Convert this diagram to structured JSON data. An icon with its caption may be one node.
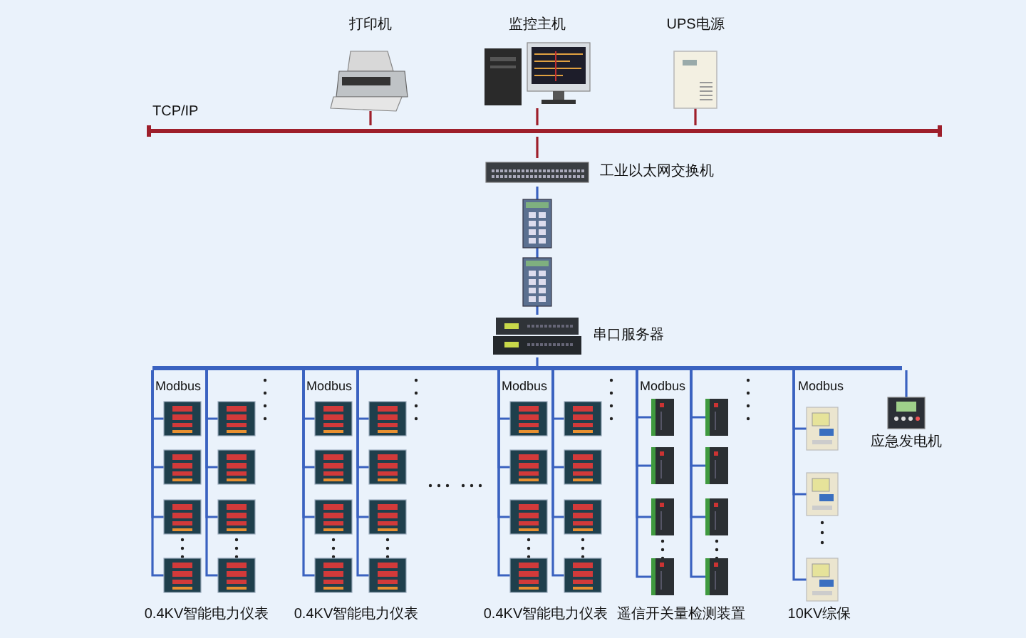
{
  "diagram": {
    "nodes": [
      {
        "text": [
          "TCP/IP"
        ]
      },
      {
        "text": [
          "打印机"
        ]
      },
      {
        "text": [
          "监控主机"
        ]
      },
      {
        "text": [
          "UPS电源"
        ]
      },
      {
        "text": [
          "工业以太网交换机"
        ]
      },
      {
        "text": [],
        "shape": "picture"
      },
      {
        "text": [],
        "shape": "picture"
      },
      {
        "text": [
          "串口服务器"
        ]
      },
      {
        "text": [],
        "shape": "bar"
      },
      {
        "text": [],
        "shape": "picture"
      },
      {
        "text": [],
        "shape": "picture"
      },
      {
        "text": [],
        "shape": "picture"
      },
      {
        "text": [],
        "shape": "picture"
      },
      {
        "text": [],
        "shape": "picture"
      },
      {
        "text": [],
        "shape": "picture"
      },
      {
        "text": [],
        "shape": "picture"
      },
      {
        "text": [],
        "shape": "picture"
      },
      {
        "text": [],
        "shape": "picture"
      },
      {
        "text": [],
        "shape": "picture"
      },
      {
        "text": [],
        "shape": "picture"
      },
      {
        "text": [],
        "shape": "picture"
      },
      {
        "text": [],
        "shape": "picture"
      },
      {
        "text": [],
        "shape": "picture"
      },
      {
        "text": [],
        "shape": "picture"
      },
      {
        "text": [],
        "shape": "picture"
      },
      {
        "text": [],
        "shape": "picture"
      },
      {
        "text": [],
        "shape": "picture"
      },
      {
        "text": [],
        "shape": "picture"
      },
      {
        "text": [],
        "shape": "picture"
      },
      {
        "text": [],
        "shape": "picture"
      },
      {
        "text": [],
        "shape": "picture"
      },
      {
        "text": [],
        "shape": "picture"
      },
      {
        "text": [],
        "shape": "picture"
      },
      {
        "text": [],
        "shape": "picture"
      },
      {
        "text": [],
        "shape": "picture"
      },
      {
        "text": [],
        "shape": "picture"
      },
      {
        "text": [],
        "shape": "picture"
      },
      {
        "text": [],
        "shape": "picture"
      },
      {
        "text": [],
        "shape": "picture"
      },
      {
        "text": [],
        "shape": "picture"
      },
      {
        "text": [],
        "shape": "picture"
      },
      {
        "text": [],
        "shape": "picture"
      },
      {
        "text": [],
        "shape": "picture"
      },
      {
        "text": [],
        "shape": "picture"
      },
      {
        "text": [
          "应急发电机"
        ]
      }
    ],
    "edges": [
      {
        "from": 1,
        "to": 0,
        "arrow": "none",
        "color": "#9e1f2b"
      },
      {
        "from": 2,
        "to": 0,
        "arrow": "none",
        "color": "#9e1f2b"
      },
      {
        "from": 3,
        "to": 0,
        "arrow": "none",
        "color": "#9e1f2b"
      },
      {
        "from": 0,
        "to": 4,
        "arrow": "none",
        "color": "#9e1f2b"
      },
      {
        "from": 4,
        "to": 5,
        "arrow": "none"
      },
      {
        "from": 5,
        "to": 6,
        "arrow": "none"
      },
      {
        "from": 6,
        "to": 7,
        "arrow": "none"
      },
      {
        "from": 7,
        "to": 8,
        "arrow": "none"
      },
      {
        "from": 8,
        "to": 9,
        "arrow": "none"
      },
      {
        "from": 8,
        "to": 10,
        "arrow": "none"
      },
      {
        "from": 8,
        "to": 11,
        "arrow": "none"
      },
      {
        "from": 8,
        "to": 12,
        "arrow": "none"
      },
      {
        "from": 8,
        "to": 13,
        "arrow": "none"
      },
      {
        "from": 8,
        "to": 14,
        "arrow": "none"
      },
      {
        "from": 8,
        "to": 15,
        "arrow": "none"
      },
      {
        "from": 8,
        "to": 16,
        "arrow": "none"
      },
      {
        "from": 8,
        "to": 17,
        "arrow": "none"
      },
      {
        "from": 8,
        "to": 18,
        "arrow": "none"
      },
      {
        "from": 8,
        "to": 19,
        "arrow": "none"
      },
      {
        "from": 8,
        "to": 20,
        "arrow": "none"
      },
      {
        "from": 8,
        "to": 21,
        "arrow": "none"
      },
      {
        "from": 8,
        "to": 22,
        "arrow": "none"
      },
      {
        "from": 8,
        "to": 23,
        "arrow": "none"
      },
      {
        "from": 8,
        "to": 24,
        "arrow": "none"
      },
      {
        "from": 8,
        "to": 25,
        "arrow": "none"
      },
      {
        "from": 8,
        "to": 26,
        "arrow": "none"
      },
      {
        "from": 8,
        "to": 27,
        "arrow": "none"
      },
      {
        "from": 8,
        "to": 28,
        "arrow": "none"
      },
      {
        "from": 8,
        "to": 29,
        "arrow": "none"
      },
      {
        "from": 8,
        "to": 30,
        "arrow": "none"
      },
      {
        "from": 8,
        "to": 31,
        "arrow": "none"
      },
      {
        "from": 8,
        "to": 32,
        "arrow": "none"
      },
      {
        "from": 8,
        "to": 33,
        "arrow": "none"
      },
      {
        "from": 8,
        "to": 34,
        "arrow": "none"
      },
      {
        "from": 8,
        "to": 35,
        "arrow": "none"
      },
      {
        "from": 8,
        "to": 36,
        "arrow": "none"
      },
      {
        "from": 8,
        "to": 37,
        "arrow": "none"
      },
      {
        "from": 8,
        "to": 38,
        "arrow": "none"
      },
      {
        "from": 8,
        "to": 39,
        "arrow": "none"
      },
      {
        "from": 8,
        "to": 40,
        "arrow": "none"
      },
      {
        "from": 8,
        "to": 41,
        "arrow": "none"
      },
      {
        "from": 8,
        "to": 42,
        "arrow": "none"
      },
      {
        "from": 8,
        "to": 43,
        "arrow": "none"
      },
      {
        "from": 8,
        "to": 44,
        "arrow": "none"
      }
    ],
    "labels": [
      "Modbus",
      "Modbus",
      "Modbus",
      "Modbus",
      "Modbus",
      "0.4KV智能电力仪表",
      "0.4KV智能电力仪表",
      "0.4KV智能电力仪表",
      "遥信开关量检测装置",
      "10KV综保"
    ]
  }
}
